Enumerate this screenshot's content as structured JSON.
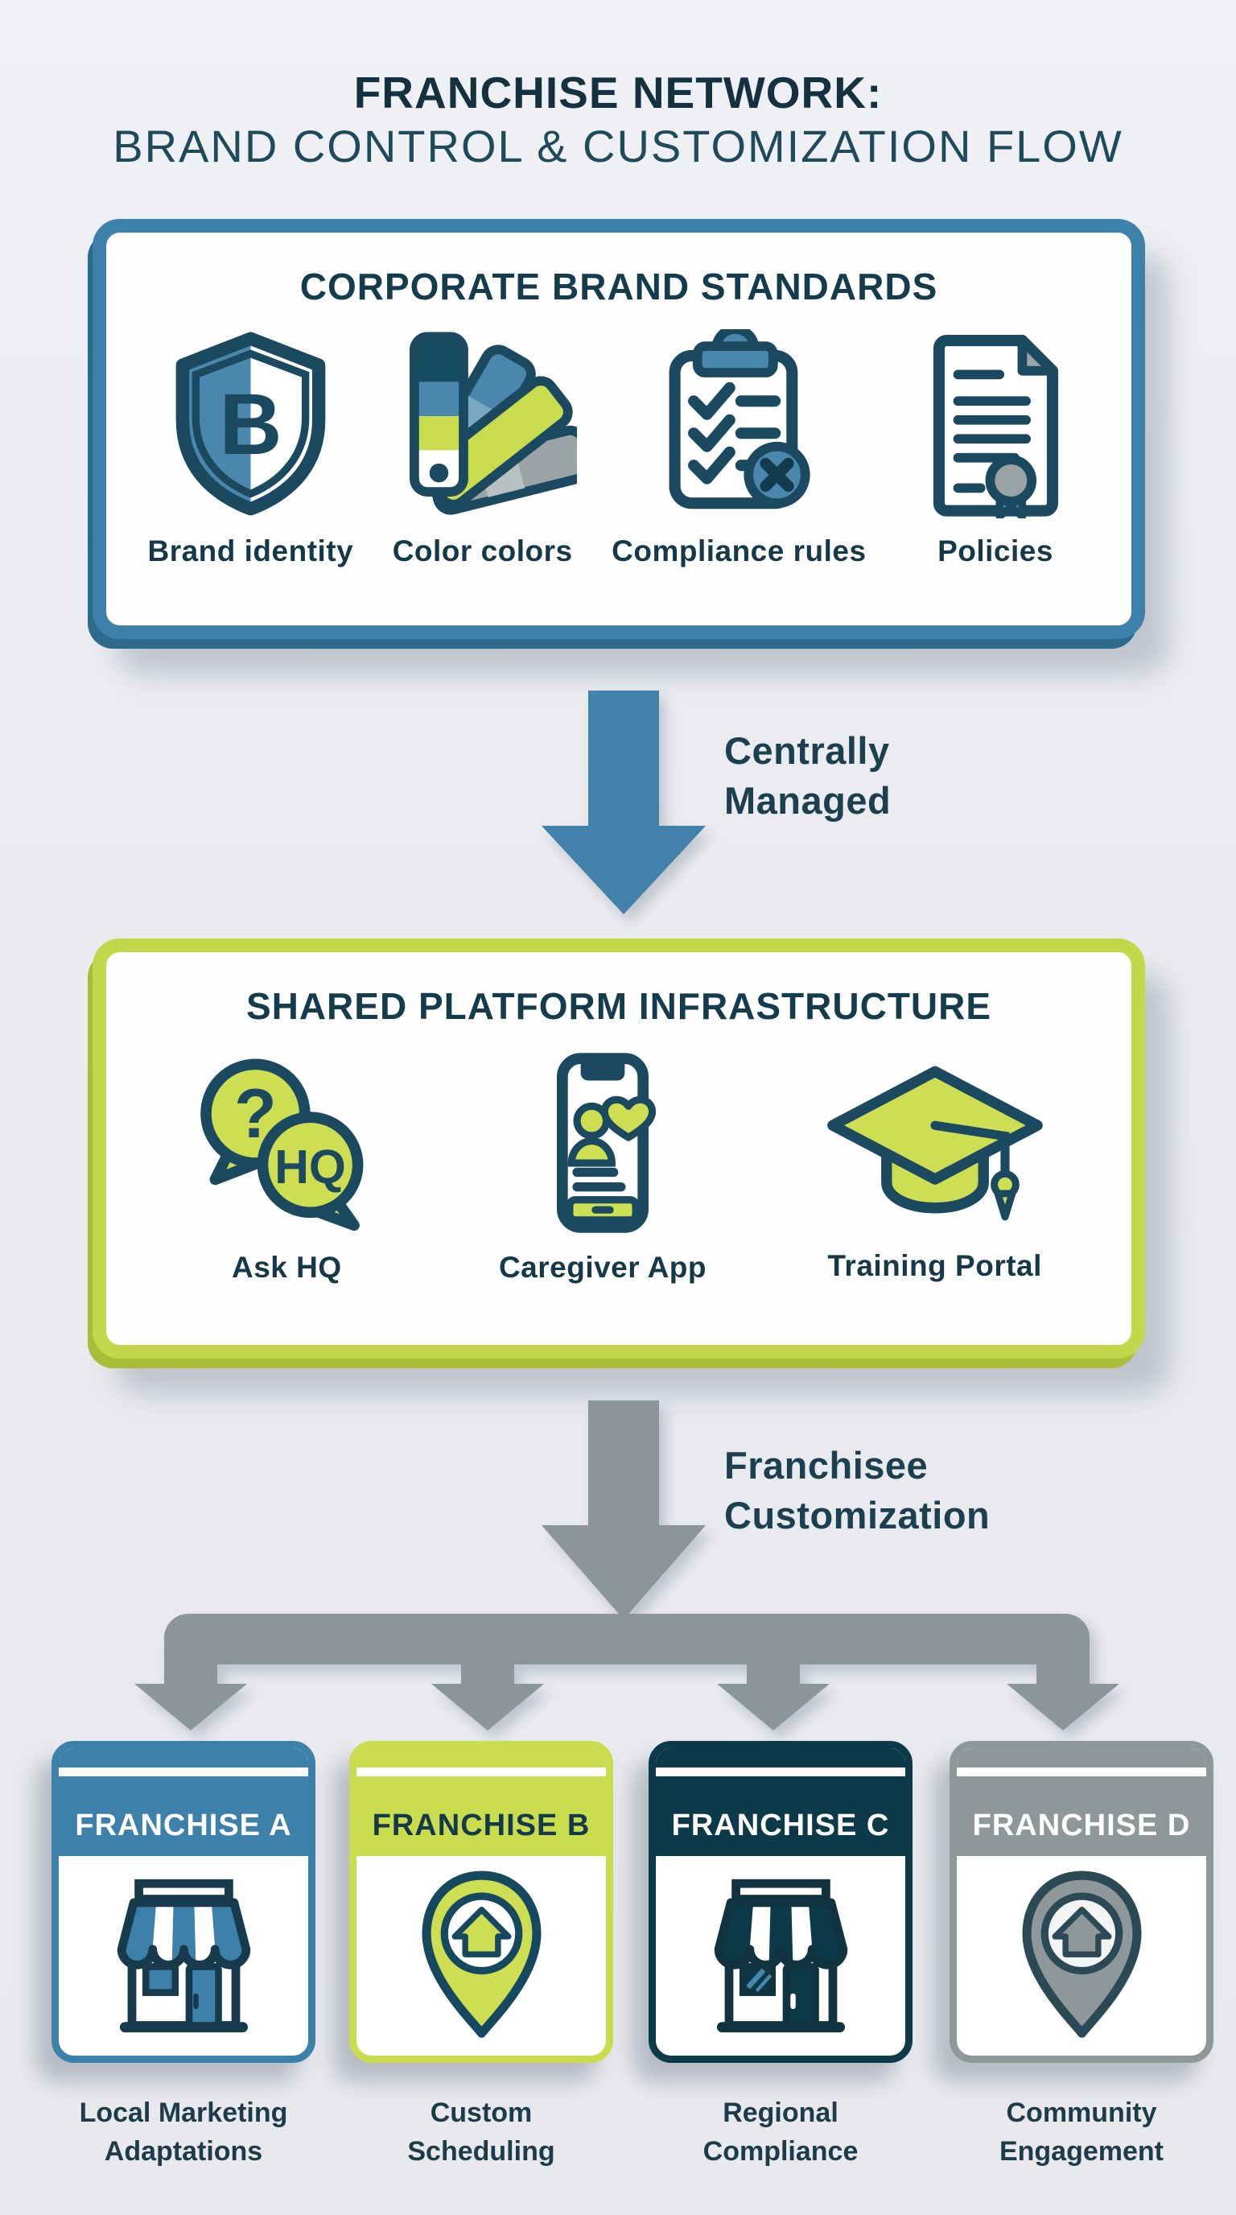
{
  "title": {
    "line1": "FRANCHISE NETWORK:",
    "line2": "BRAND CONTROL & CUSTOMIZATION FLOW"
  },
  "corporate_box": {
    "title": "CORPORATE BRAND STANDARDS",
    "items": [
      {
        "label": "Brand identity",
        "icon": "brand-shield"
      },
      {
        "label": "Color colors",
        "icon": "color-swatches"
      },
      {
        "label": "Compliance rules",
        "icon": "compliance-clipboard"
      },
      {
        "label": "Policies",
        "icon": "policy-document"
      }
    ]
  },
  "flow_centrally_managed": {
    "label": "Centrally\nManaged"
  },
  "platform_box": {
    "title": "SHARED PLATFORM INFRASTRUCTURE",
    "items": [
      {
        "label": "Ask HQ",
        "icon": "hq-chat-bubbles"
      },
      {
        "label": "Caregiver App",
        "icon": "caregiver-phone"
      },
      {
        "label": "Training Portal",
        "icon": "graduation-cap"
      }
    ]
  },
  "flow_franchisee_customization": {
    "label": "Franchisee\nCustomization"
  },
  "franchises": [
    {
      "name": "FRANCHISE A",
      "caption": "Local Marketing\nAdaptations",
      "icon": "storefront",
      "header_color": "#3d80a9",
      "header_text_color": "#ffffff"
    },
    {
      "name": "FRANCHISE B",
      "caption": "Custom\nScheduling",
      "icon": "map-pin-home",
      "header_color": "#c8dc4e",
      "header_text_color": "#13394a"
    },
    {
      "name": "FRANCHISE C",
      "caption": "Regional\nCompliance",
      "icon": "storefront",
      "header_color": "#0d3a49",
      "header_text_color": "#ffffff"
    },
    {
      "name": "FRANCHISE D",
      "caption": "Community\nEngagement",
      "icon": "map-pin-home",
      "header_color": "#8f9899",
      "header_text_color": "#ffffff"
    }
  ],
  "icon_glyphs": {
    "shield_letter": "B",
    "question_mark": "?",
    "hq": "HQ"
  },
  "colors": {
    "blue": "#3d80a9",
    "lime": "#c8dc4e",
    "dark_teal": "#143c4d",
    "arrow_gray": "#8b9698",
    "background": "#e9ebee"
  }
}
